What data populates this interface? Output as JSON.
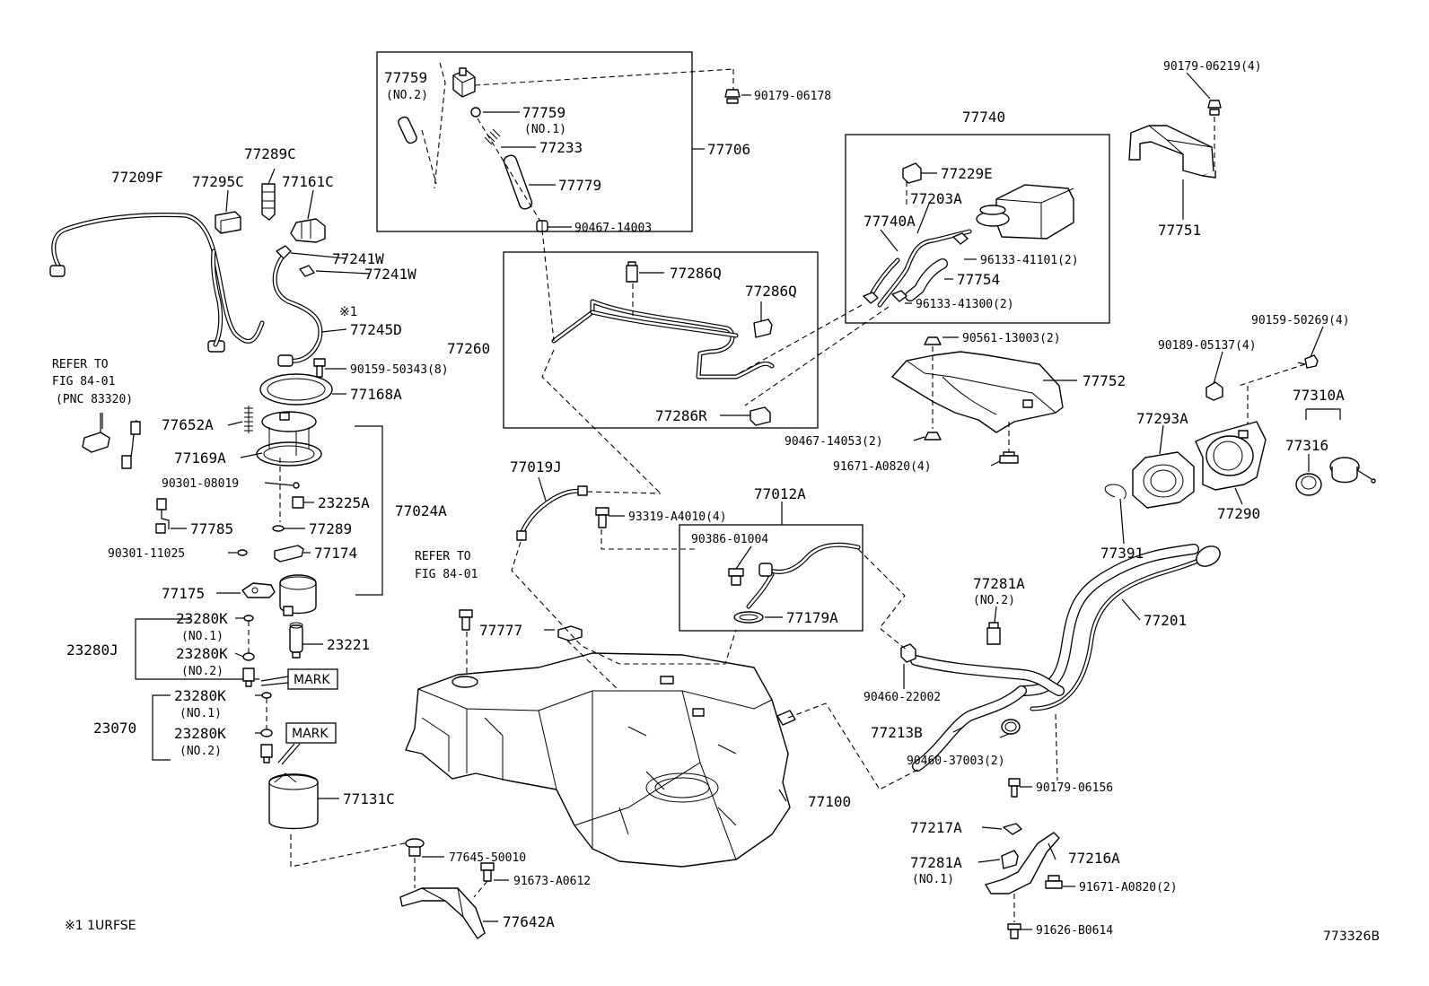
{
  "labels": {
    "p77759_no2": "77759",
    "p77759_no2_sub": "(NO.2)",
    "p77759_no1": "77759",
    "p77759_no1_sub": "(NO.1)",
    "p77233": "77233",
    "p77779": "77779",
    "p90467_14003": "90467-14003",
    "p77706": "77706",
    "p90179_06178": "90179-06178",
    "p77289c": "77289C",
    "p77209f": "77209F",
    "p77295c": "77295C",
    "p77161c": "77161C",
    "p77241w_a": "77241W",
    "p77241w_b": "77241W",
    "note_mark": "※1",
    "p77245d": "77245D",
    "p90159_50343": "90159-50343(8)",
    "p77168a": "77168A",
    "p77652a": "77652A",
    "p77169a": "77169A",
    "p90301_08019": "90301-08019",
    "p23225a": "23225A",
    "p77024a": "77024A",
    "p77785": "77785",
    "p77289": "77289",
    "p90301_11025": "90301-11025",
    "p77174": "77174",
    "p77175": "77175",
    "p23280k_1": "23280K",
    "p23280k_1_sub": "(NO.1)",
    "p23280k_2": "23280K",
    "p23280k_2_sub": "(NO.2)",
    "p23280j": "23280J",
    "p23221": "23221",
    "mark1": "MARK",
    "p23280k_3": "23280K",
    "p23280k_3_sub": "(NO.1)",
    "p23280k_4": "23280K",
    "p23280k_4_sub": "(NO.2)",
    "p23070": "23070",
    "mark2": "MARK",
    "p77131c": "77131C",
    "refer1_l1": "REFER TO",
    "refer1_l2": "FIG 84-01",
    "refer1_l3": "(PNC 83320)",
    "p77260": "77260",
    "p77286q_a": "77286Q",
    "p77286q_b": "77286Q",
    "p77286r": "77286R",
    "p77740": "77740",
    "p77229e": "77229E",
    "p77203a": "77203A",
    "p77740a": "77740A",
    "p96133_41101": "96133-41101(2)",
    "p77754": "77754",
    "p96133_41300": "96133-41300(2)",
    "p90561_13003": "90561-13003(2)",
    "p77752": "77752",
    "p90467_14053": "90467-14053(2)",
    "p91671_a0820_4": "91671-A0820(4)",
    "p90179_06219": "90179-06219(4)",
    "p77751": "77751",
    "p90159_50269": "90159-50269(4)",
    "p90189_05137": "90189-05137(4)",
    "p77310a": "77310A",
    "p77293a": "77293A",
    "p77316": "77316",
    "p77290": "77290",
    "p77391": "77391",
    "p77019j": "77019J",
    "p77012a": "77012A",
    "p93319_a4010": "93319-A4010(4)",
    "p90386_01004": "90386-01004",
    "p77179a": "77179A",
    "refer2_l1": "REFER TO",
    "refer2_l2": "FIG 84-01",
    "p77777": "77777",
    "p77281a_no2": "77281A",
    "p77281a_no2_sub": "(NO.2)",
    "p77201": "77201",
    "p90460_22002": "90460-22002",
    "p77213b": "77213B",
    "p90460_37003": "90460-37003(2)",
    "p77100": "77100",
    "p90179_06156": "90179-06156",
    "p77217a": "77217A",
    "p77281a_no1": "77281A",
    "p77281a_no1_sub": "(NO.1)",
    "p77216a": "77216A",
    "p91671_a0820_2": "91671-A0820(2)",
    "p91626_b0614": "91626-B0614",
    "p77645_50010": "77645-50010",
    "p91673_a0612": "91673-A0612",
    "p77642a": "77642A",
    "footnote": "※1 1URFSE",
    "figure_code": "773326B"
  }
}
